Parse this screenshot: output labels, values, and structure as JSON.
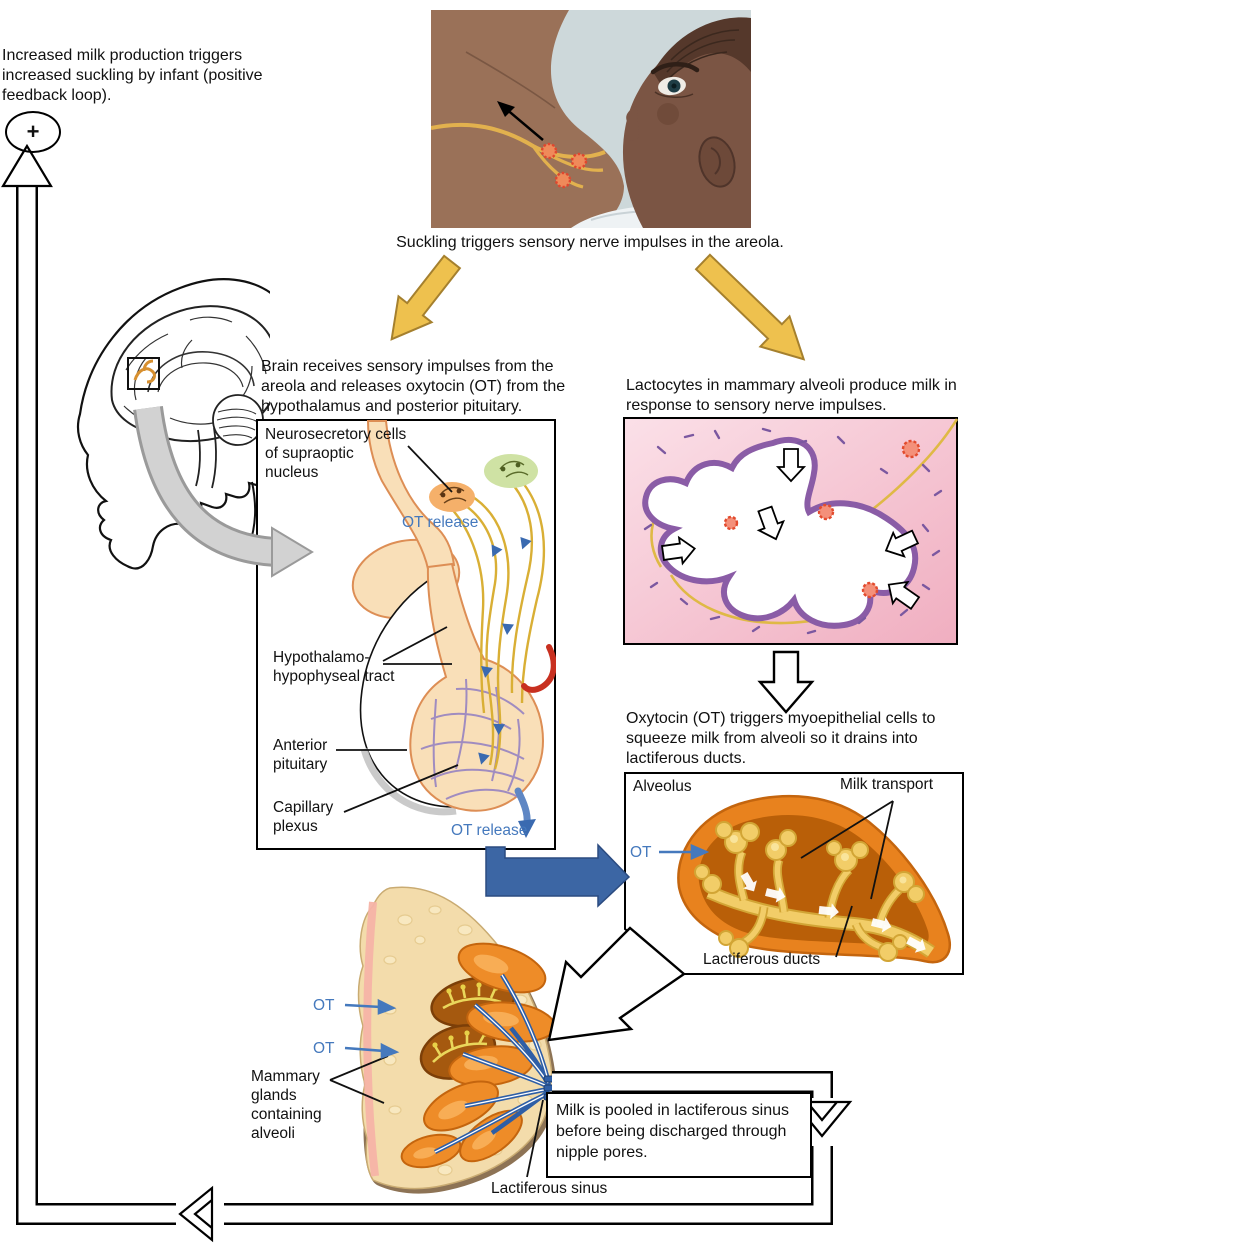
{
  "colors": {
    "ot_blue": "#4579bd",
    "big_arrow_yellow": "#eec14e",
    "big_arrow_blue": "#3c66a4",
    "pink_box_bg": "#f6c9d4",
    "alveolus_orange": "#e8821e",
    "breast_skin": "#f3dcab",
    "loop_outline": "#000000"
  },
  "feedback": {
    "note": "Increased milk production triggers increased suckling by infant (positive feedback loop).",
    "plus_sign": "+"
  },
  "suckling": {
    "caption": "Suckling triggers sensory nerve impulses in the areola."
  },
  "brain_step": {
    "text": "Brain receives sensory impulses from the areola and releases oxytocin (OT) from the hypothalamus and posterior pituitary."
  },
  "pituitary_box": {
    "neurosecretory_label": "Neurosecretory cells of supraoptic nucleus",
    "ot_release_top": "OT release",
    "tract_label": "Hypothalamo-hypophyseal tract",
    "anterior_label": "Anterior pituitary",
    "capillary_label": "Capillary plexus",
    "ot_release_bottom": "OT release"
  },
  "lactocyte_step": {
    "text": "Lactocytes in mammary alveoli produce milk in response to sensory nerve impulses."
  },
  "oxytocin_step": {
    "text": "Oxytocin (OT) triggers myoepithelial cells to squeeze milk from alveoli so it drains into lactiferous ducts."
  },
  "alveolus_box": {
    "alveolus_label": "Alveolus",
    "milk_transport_label": "Milk transport",
    "ot_label": "OT",
    "ducts_label": "Lactiferous ducts"
  },
  "breast_figure": {
    "ot_label_1": "OT",
    "ot_label_2": "OT",
    "mammary_label": "Mammary glands containing alveoli",
    "sinus_label": "Lactiferous sinus"
  },
  "milk_box": {
    "text": "Milk is pooled in lactiferous sinus before being discharged through nipple pores."
  }
}
